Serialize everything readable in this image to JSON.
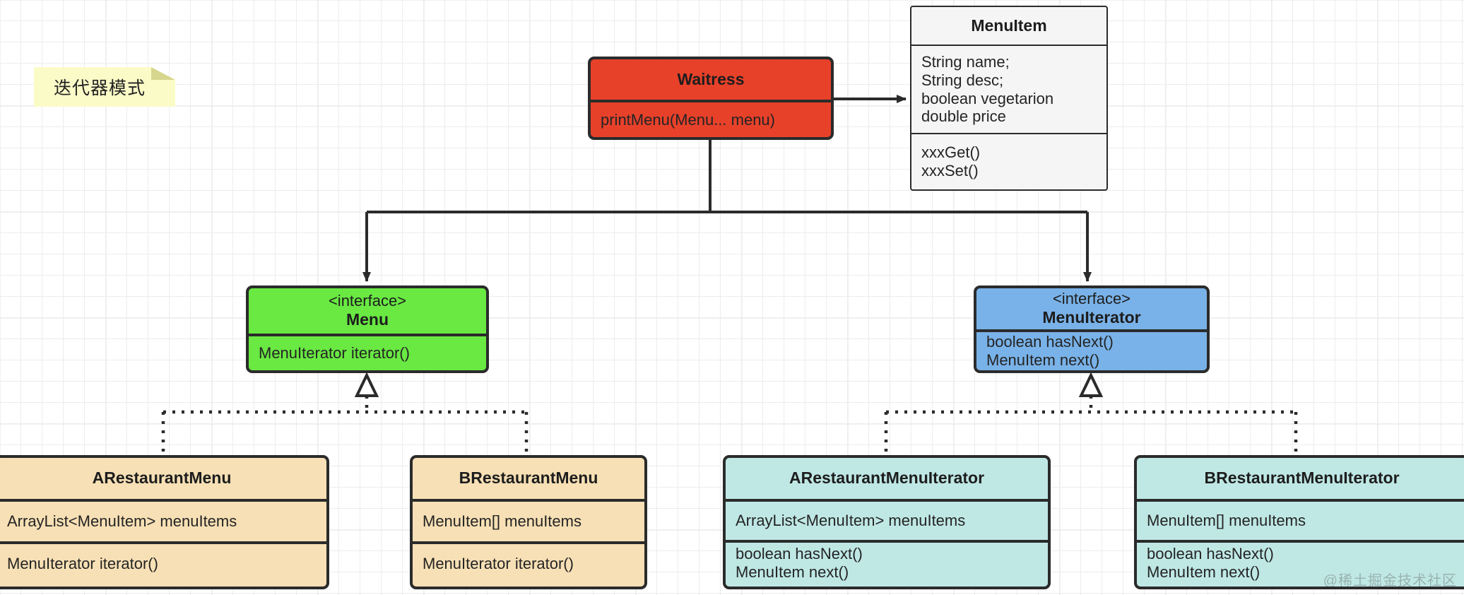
{
  "diagram": {
    "title_note": "迭代器模式",
    "watermark": "@稀土掘金技术社区",
    "interface_stereotype": "<interface>"
  },
  "classes": {
    "waitress": {
      "name": "Waitress",
      "methods": [
        "printMenu(Menu... menu)"
      ],
      "color": "#e8412a"
    },
    "menu_item": {
      "name": "MenuItem",
      "fields": [
        "String name;",
        "String desc;",
        "boolean vegetarion",
        "double price"
      ],
      "methods": [
        "xxxGet()",
        "xxxSet()"
      ],
      "color": "#f5f5f5"
    },
    "menu": {
      "stereotype": "<interface>",
      "name": "Menu",
      "methods": [
        "MenuIterator iterator()"
      ],
      "color": "#69e942"
    },
    "menu_iterator": {
      "stereotype": "<interface>",
      "name": "MenuIterator",
      "methods": [
        "boolean hasNext()",
        "MenuItem next()"
      ],
      "color": "#79b2e8"
    },
    "a_restaurant_menu": {
      "name": "ARestaurantMenu",
      "fields": [
        "ArrayList<MenuItem> menuItems"
      ],
      "methods": [
        "MenuIterator iterator()"
      ],
      "color": "#f7e0b5"
    },
    "b_restaurant_menu": {
      "name": "BRestaurantMenu",
      "fields": [
        "MenuItem[] menuItems"
      ],
      "methods": [
        "MenuIterator iterator()"
      ],
      "color": "#f7e0b5"
    },
    "a_restaurant_menu_iterator": {
      "name": "ARestaurantMenuIterator",
      "fields": [
        "ArrayList<MenuItem> menuItems"
      ],
      "methods": [
        "boolean hasNext()",
        "MenuItem next()"
      ],
      "color": "#bfe8e5"
    },
    "b_restaurant_menu_iterator": {
      "name": "BRestaurantMenuIterator",
      "fields": [
        "MenuItem[] menuItems"
      ],
      "methods": [
        "boolean hasNext()",
        "MenuItem next()"
      ],
      "color": "#bfe8e5"
    }
  },
  "relations": [
    {
      "from": "Waitress",
      "to": "MenuItem",
      "type": "association"
    },
    {
      "from": "Waitress",
      "to": "Menu",
      "type": "association"
    },
    {
      "from": "Waitress",
      "to": "MenuIterator",
      "type": "association"
    },
    {
      "from": "ARestaurantMenu",
      "to": "Menu",
      "type": "realization"
    },
    {
      "from": "BRestaurantMenu",
      "to": "Menu",
      "type": "realization"
    },
    {
      "from": "ARestaurantMenuIterator",
      "to": "MenuIterator",
      "type": "realization"
    },
    {
      "from": "BRestaurantMenuIterator",
      "to": "MenuIterator",
      "type": "realization"
    }
  ]
}
